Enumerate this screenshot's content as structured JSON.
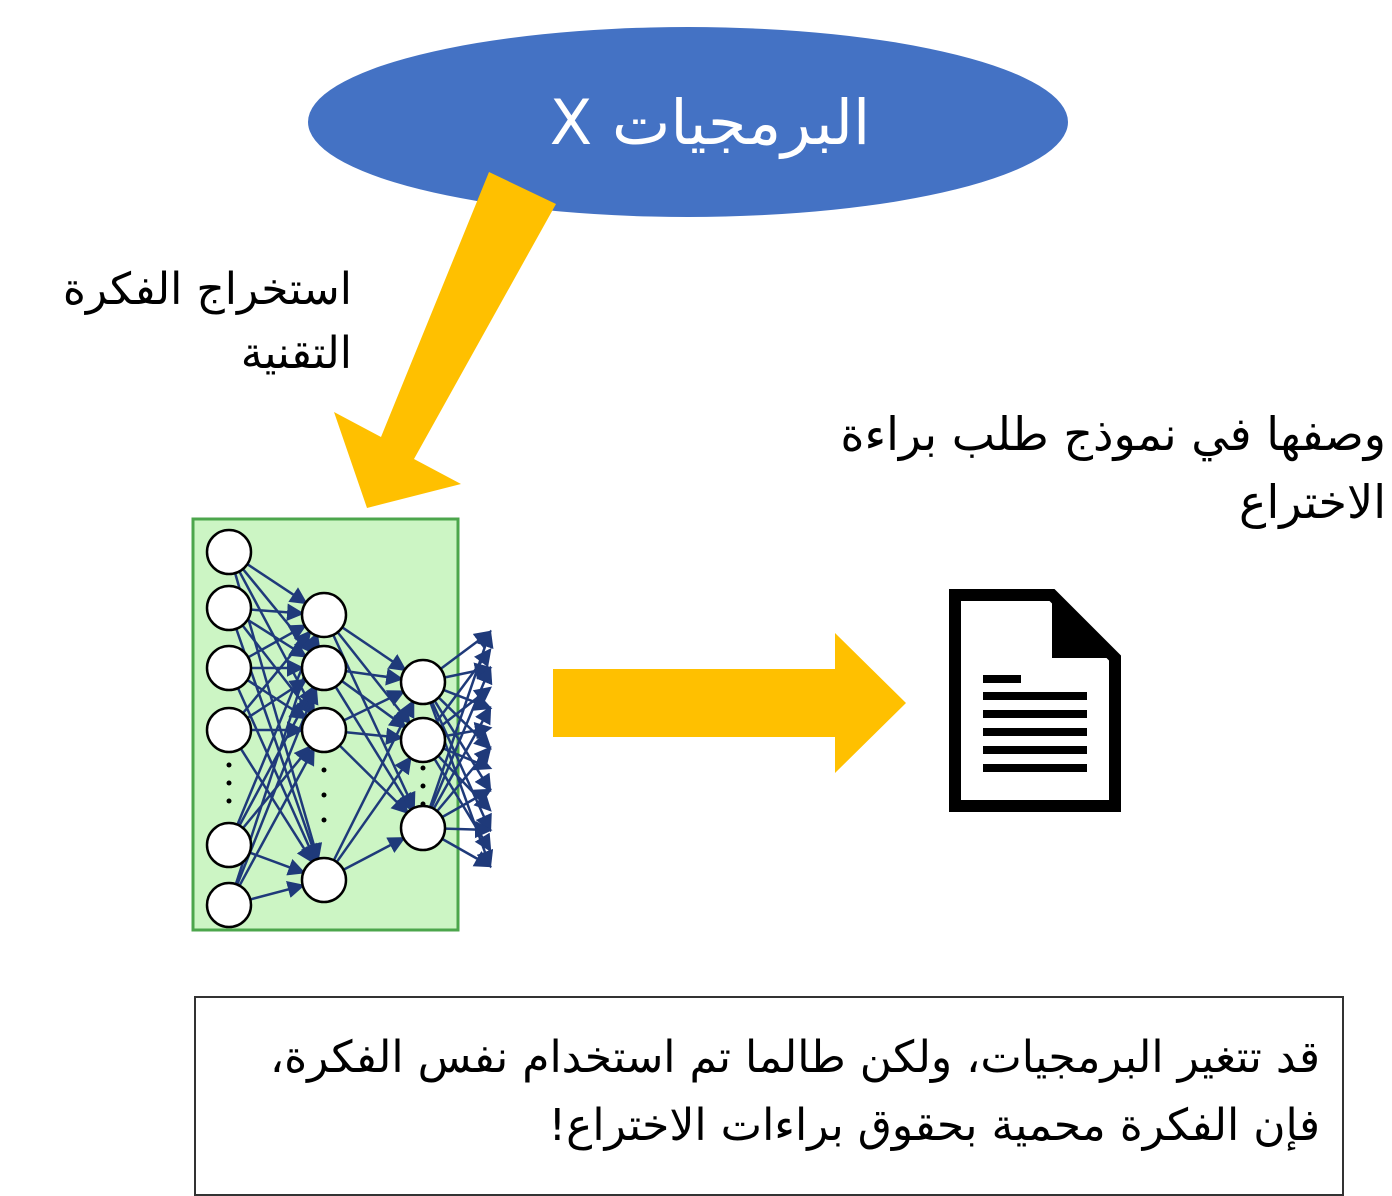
{
  "diagram": {
    "source_ellipse": {
      "label": "البرمجيات X",
      "fill": "#4472C4"
    },
    "extract_caption": "استخراج الفكرة التقنية",
    "describe_caption": "وصفها في نموذج طلب براءة الاختراع",
    "note": "قد تتغير البرمجيات، ولكن طالما تم استخدام نفس الفكرة، فإن الفكرة محمية بحقوق براءات الاختراع!",
    "colors": {
      "arrow": "#FFC000",
      "network_box_fill": "#CCF5C4",
      "network_box_border": "#4CA64C",
      "network_edge": "#1F3A7A",
      "document": "#000000"
    }
  }
}
